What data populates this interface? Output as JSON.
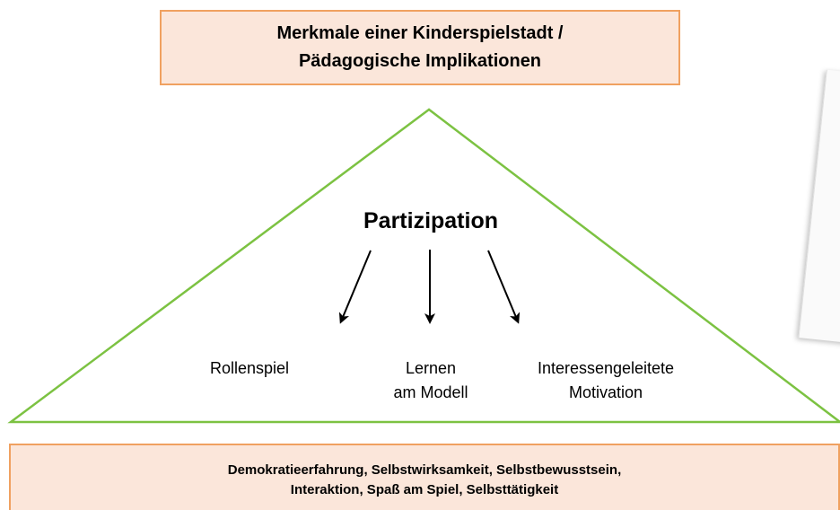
{
  "header": {
    "line1": "Merkmale einer Kinderspielstadt /",
    "line2": "Pädagogische Implikationen"
  },
  "triangle": {
    "center": "Partizipation",
    "items": [
      {
        "line1": "Rollenspiel",
        "line2": ""
      },
      {
        "line1": "Lernen",
        "line2": "am Modell"
      },
      {
        "line1": "Interessengeleitete",
        "line2": "Motivation"
      }
    ]
  },
  "footer": {
    "line1": "Demokratieerfahrung, Selbstwirksamkeit, Selbstbewusstsein,",
    "line2": "Interaktion, Spaß am Spiel, Selbsttätigkeit"
  },
  "colors": {
    "box_fill": "#fbe6da",
    "box_border": "#f0a160",
    "triangle_stroke": "#7cc242"
  }
}
